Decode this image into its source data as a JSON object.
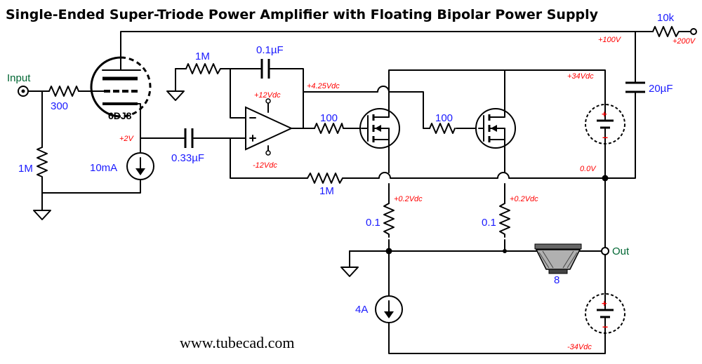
{
  "title": "Single-Ended Super-Triode Power Amplifier with Floating Bipolar Power Supply",
  "website": "www.tubecad.com",
  "terminals": {
    "input": "Input",
    "output": "Out"
  },
  "tube": {
    "label": "6DJ8"
  },
  "resistors": {
    "grid": "300",
    "input_shunt": "1M",
    "opamp_input": "1M",
    "feedback": "1M",
    "gate1": "100",
    "gate2": "100",
    "source1": "0.1",
    "source2": "0.1",
    "supply": "10k"
  },
  "capacitors": {
    "coupling": "0.33µF",
    "feedback": "0.1µF",
    "supply": "20µF"
  },
  "current_sources": {
    "cathode": "10mA",
    "output": "4A"
  },
  "speaker": {
    "impedance": "8"
  },
  "voltages": {
    "cathode": "+2V",
    "opamp_pos": "+12Vdc",
    "opamp_neg": "-12Vdc",
    "opamp_out": "+4.25Vdc",
    "rail_100": "+100V",
    "rail_200": "+200V",
    "pos_rail": "+34Vdc",
    "neg_rail": "-34Vdc",
    "ground_ref": "0.0V",
    "source1": "+0.2Vdc",
    "source2": "+0.2Vdc"
  },
  "colors": {
    "wire": "#000000",
    "component_value": "#1a1aff",
    "voltage": "#ff0000",
    "terminal": "#006633",
    "polarity_plus": "#ff0000",
    "polarity_minus": "#ff0000"
  },
  "icons": {
    "ground": "ground-icon",
    "battery": "battery-icon",
    "current_source": "current-source-icon",
    "speaker": "speaker-icon",
    "mosfet": "mosfet-icon",
    "opamp": "opamp-icon",
    "triode": "triode-tube-icon"
  }
}
